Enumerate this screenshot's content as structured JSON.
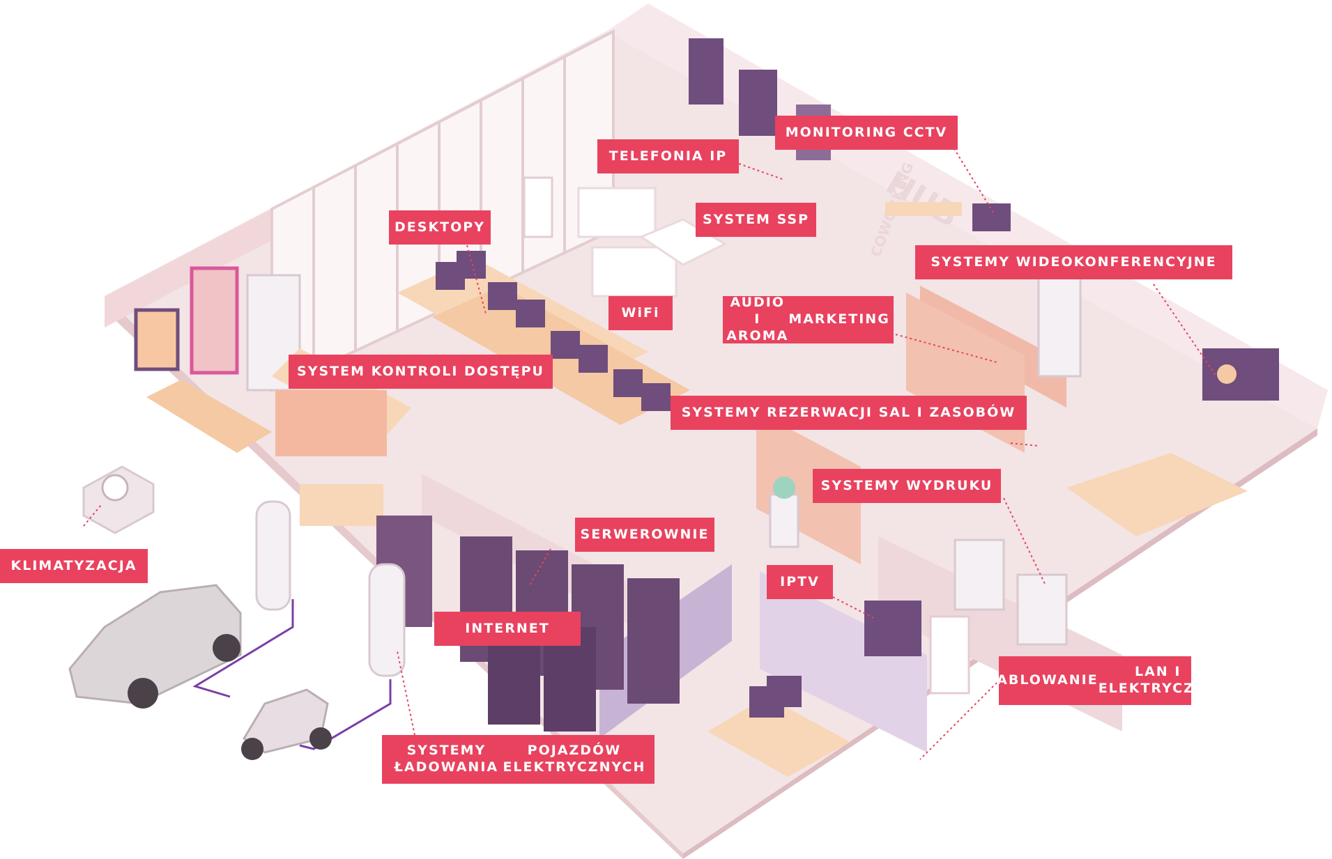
{
  "labels": {
    "monitoring_cctv": "MONITORING CCTV",
    "telefonia_ip": "TELEFONIA IP",
    "desktopy": "DESKTOPY",
    "system_ssp": "SYSTEM SSP",
    "wideokonferencje": "SYSTEMY WIDEOKONFERENCYJNE",
    "wifi": "WiFi",
    "audio_line1": "AUDIO I AROMA",
    "audio_line2": "MARKETING",
    "kontrola_dostepu": "SYSTEM KONTROLI DOSTĘPU",
    "rezerwacja": "SYSTEMY REZERWACJI SAL I ZASOBÓW",
    "wydruk": "SYSTEMY WYDRUKU",
    "serwerownie": "SERWEROWNIE",
    "klimatyzacja": "KLIMATYZACJA",
    "iptv": "IPTV",
    "internet": "INTERNET",
    "okablowanie_line1": "OKABLOWANIE",
    "okablowanie_line2": "LAN I ELEKTRYCZNE",
    "ladowanie_line1": "SYSTEMY ŁADOWANIA",
    "ladowanie_line2": "POJAZDÓW ELEKTRYCZNYCH"
  },
  "wall_text": {
    "hub": "HUB",
    "coworking": "COWORKING"
  },
  "colors": {
    "label_bg": "#e8425f",
    "label_text": "#ffffff",
    "floor": "#f3e4e6",
    "wall_light": "#f7e9eb",
    "wall_pink": "#f0c3c6",
    "accent_purple": "#6f4d7c",
    "dotted_line": "#e8425f"
  }
}
